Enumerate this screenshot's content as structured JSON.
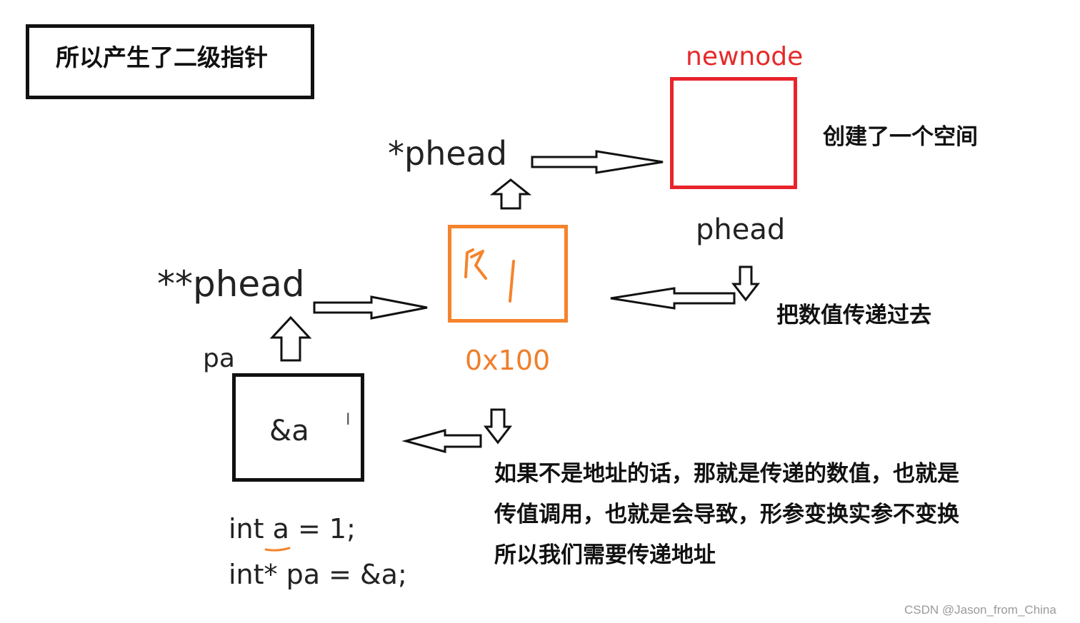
{
  "title_box": {
    "text": "所以产生了二级指针"
  },
  "newnode": {
    "label": "newnode",
    "note": "创建了一个空间",
    "color": "#e8242b"
  },
  "pointer_labels": {
    "single": "*phead",
    "double": "**phead",
    "phead": "phead"
  },
  "middle_box": {
    "address": "0x100",
    "color": "#f5832b"
  },
  "pass_note": "把数值传递过去",
  "pa_box": {
    "label": "pa",
    "value": "&a"
  },
  "code": {
    "line1": "int a = 1;",
    "line2": "int* pa = &a;"
  },
  "explanation": {
    "line1": "如果不是地址的话，那就是传递的数值，也就是",
    "line2": "传值调用，也就是会导致，形参变换实参不变换",
    "line3": "所以我们需要传递地址"
  },
  "watermark": "CSDN @Jason_from_China"
}
